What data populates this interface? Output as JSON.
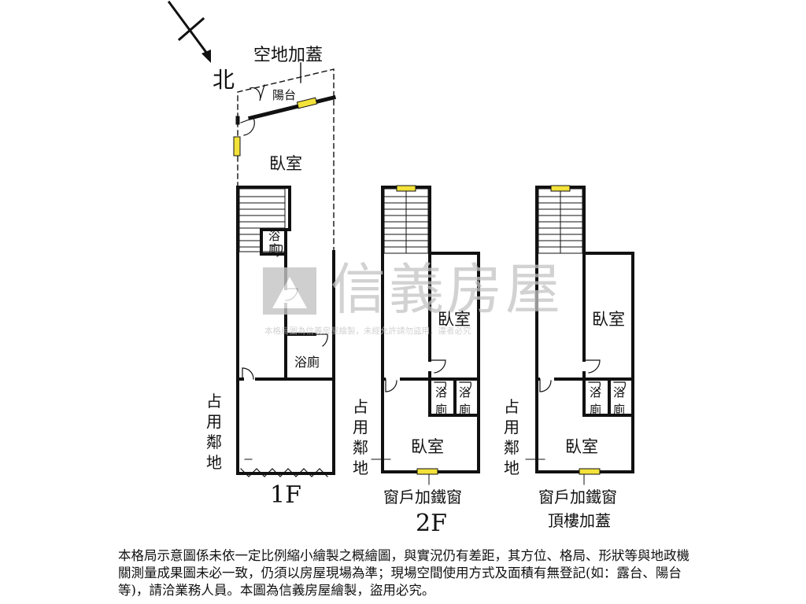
{
  "plan": {
    "north_label": "北",
    "open_space_label": "空地加蓋",
    "balcony_label": "陽台",
    "bedroom_top": "臥室",
    "bathroom_label": "浴廁",
    "encroachment_label": "占用鄰地",
    "floor1_label": "1F",
    "floor2_label": "2F",
    "bedroom": "臥室",
    "window_label": "窗戶加鐵窗",
    "rooftop_label": "頂樓加蓋",
    "bath_char_1": "浴",
    "bath_char_2": "廁"
  },
  "watermark": {
    "brand": "信義房屋",
    "notice": "本格局圖為信義房屋繪製，未經允許請勿盜用，違者必究"
  },
  "disclaimer": "本格局示意圖係未依一定比例縮小繪製之概繪圖，與實況仍有差距，其方位、格局、形狀等與地政機關測量成果圖未必一致，仍須以房屋現場為準；現場空間使用方式及面積有無登記(如：露台、陽台等)，請洽業務人員。本圖為信義房屋繪製，盜用必究。",
  "colors": {
    "wall": "#111111",
    "window": "#f2e23a",
    "watermark": "#c4c4c4"
  }
}
